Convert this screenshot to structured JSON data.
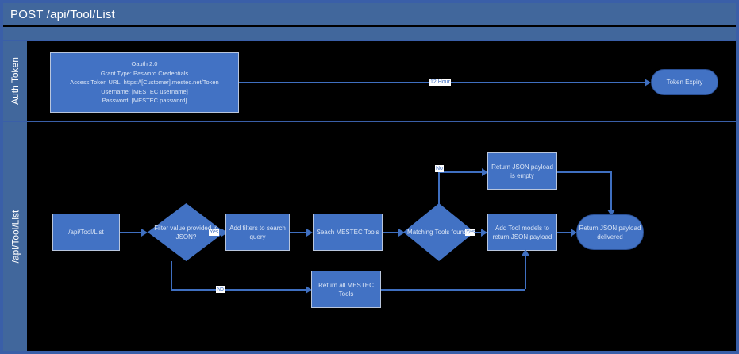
{
  "header": {
    "title": "POST /api/Tool/List"
  },
  "lanes": [
    {
      "id": "auth",
      "label": "Auth Token"
    },
    {
      "id": "list",
      "label": "/api/Tool/List"
    }
  ],
  "auth_lane": {
    "config_box": {
      "lines": [
        "Oauth 2.0",
        "Grant Type: Pasword Credentials",
        "Access Token URL: https://[Customer].mestec.net/Token",
        "Username: [MESTEC username]",
        "Password: [MESTEC password]"
      ]
    },
    "expiry_edge_label": "12 Hour",
    "expiry_node": "Token Expiry"
  },
  "list_lane": {
    "nodes": {
      "start": "/api/Tool/List",
      "filter_decision": "Filter value provided in JSON?",
      "add_filters": "Add filters to search query",
      "search_tools": "Seach MESTEC Tools",
      "matching_decision": "Matching Tools found?",
      "empty_payload": "Return JSON payload is empty",
      "add_models": "Add Tool models to return JSON payload",
      "return_all": "Return all MESTEC Tools",
      "delivered": "Return JSON payload delivered"
    },
    "edge_labels": {
      "filter_yes": "Yes",
      "filter_no": "No",
      "matching_no": "No",
      "matching_yes": "Yes"
    }
  },
  "colors": {
    "node_fill": "#4272c4",
    "frame": "#3a5fa8",
    "header_bar": "#41679c",
    "connector": "#3f6fc0",
    "canvas": "#000000",
    "text": "#dce6f6"
  }
}
